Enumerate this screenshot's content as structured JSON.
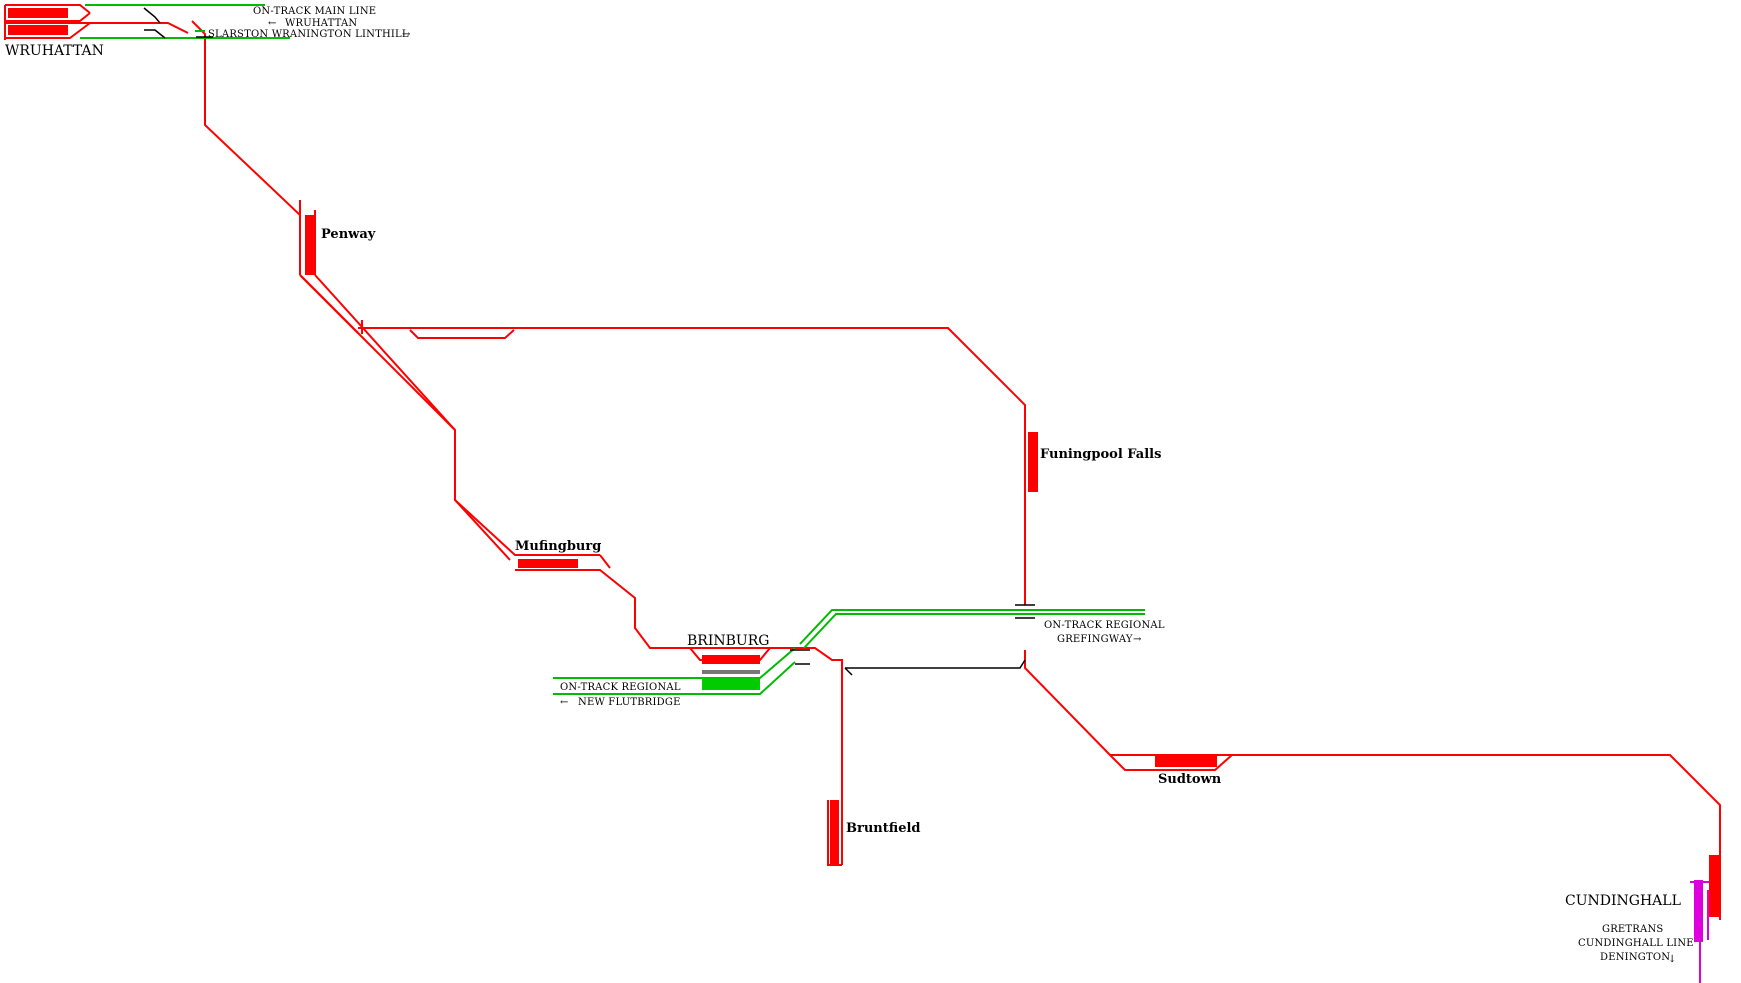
{
  "colors": {
    "track_red": "#ff0000",
    "track_green": "#00bb00",
    "platform_green": "#00cc00",
    "track_black": "#000000",
    "track_magenta": "#dd00dd",
    "background": "#ffffff"
  },
  "stations": {
    "wruhattan": "WRUHATTAN",
    "penway": "Penway",
    "funingpool_falls": "Funingpool Falls",
    "mufingburg": "Mufingburg",
    "brinburg": "BRINBURG",
    "bruntfield": "Bruntfield",
    "sudtown": "Sudtown",
    "cundinghall": "CUNDINGHALL"
  },
  "notes": {
    "wruhattan": {
      "line1": "ON-TRACK MAIN LINE",
      "line2": "WRUHATTAN",
      "line3": "SLARSTON WRANINGTON LINTHILL"
    },
    "grefingway": {
      "line1": "ON-TRACK REGIONAL",
      "line2": "GREFINGWAY"
    },
    "flutbridge": {
      "line1": "ON-TRACK REGIONAL",
      "line2": "NEW FLUTBRIDGE"
    },
    "cundinghall": {
      "line1": "GRETRANS",
      "line2": "CUNDINGHALL LINE",
      "line3": "DENINGTON"
    }
  },
  "arrows": {
    "left": "←",
    "right": "→",
    "down": "↓"
  }
}
